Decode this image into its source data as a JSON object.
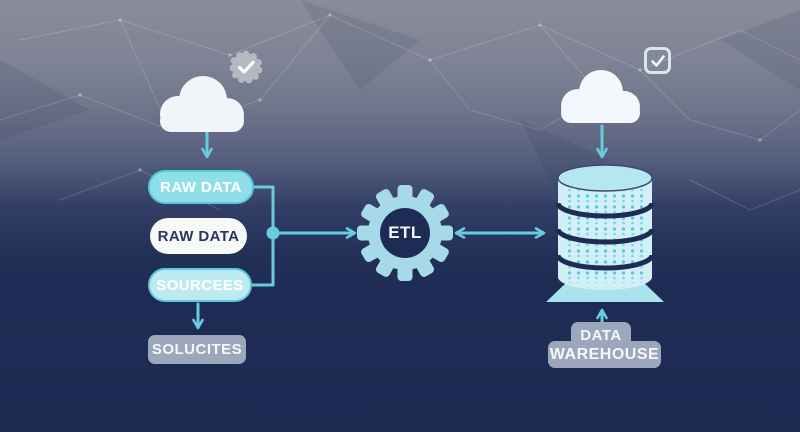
{
  "diagram_title": "ETL data pipeline diagram",
  "colors": {
    "accent_cyan": "#68ccdf",
    "pill_cyan": "#8fdfe9",
    "pill_light_cyan": "#bdeaf1",
    "pill_white": "#f7f9f7",
    "gray_label": "#9da7bc",
    "navy": "#1d2a52",
    "gear_blue": "#a7dae9",
    "db_fill": "#d0eff6",
    "bg_top": "#898d9b",
    "bg_bottom": "#1d2a52"
  },
  "left": {
    "cloud_icon": "cloud",
    "badge_icon": "verified-seal-checkmark",
    "pills": [
      {
        "label": "RAW DATA",
        "variant": "cyan"
      },
      {
        "label": "RAW DATA",
        "variant": "white"
      },
      {
        "label": "SOURCEES",
        "variant": "light-cyan"
      }
    ],
    "caption": "SOLUCITES"
  },
  "center": {
    "gear_label": "ETL"
  },
  "right": {
    "cloud_icon": "cloud",
    "checkbox_icon": "checked-checkbox",
    "database_icon": "database-cylinder-stack",
    "caption_line1": "DATA",
    "caption_line2": "WAREHOUSE"
  }
}
